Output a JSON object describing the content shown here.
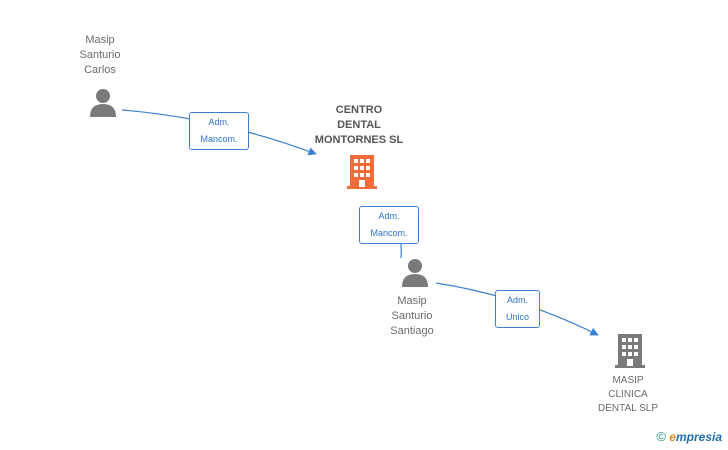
{
  "nodes": {
    "carlos": {
      "label": "Masip\nSanturio\nCarlos"
    },
    "centro": {
      "label": "CENTRO\nDENTAL\nMONTORNES SL"
    },
    "santiago": {
      "label": "Masip\nSanturio\nSantiago"
    },
    "clinica": {
      "label": "MASIP\nCLINICA\nDENTAL SLP"
    }
  },
  "edges": {
    "carlos_centro": {
      "label": "Adm.\nMancom."
    },
    "santiago_centro": {
      "label": "Adm.\nMancom."
    },
    "santiago_clinica": {
      "label": "Adm.\nUnico"
    }
  },
  "watermark": {
    "copyright": "©",
    "brand_first": "e",
    "brand_rest": "mpresia"
  },
  "colors": {
    "edge": "#3b7fd4",
    "person": "#7a7a7a",
    "company_main": "#f26b3a",
    "company": "#7a7a7a"
  }
}
